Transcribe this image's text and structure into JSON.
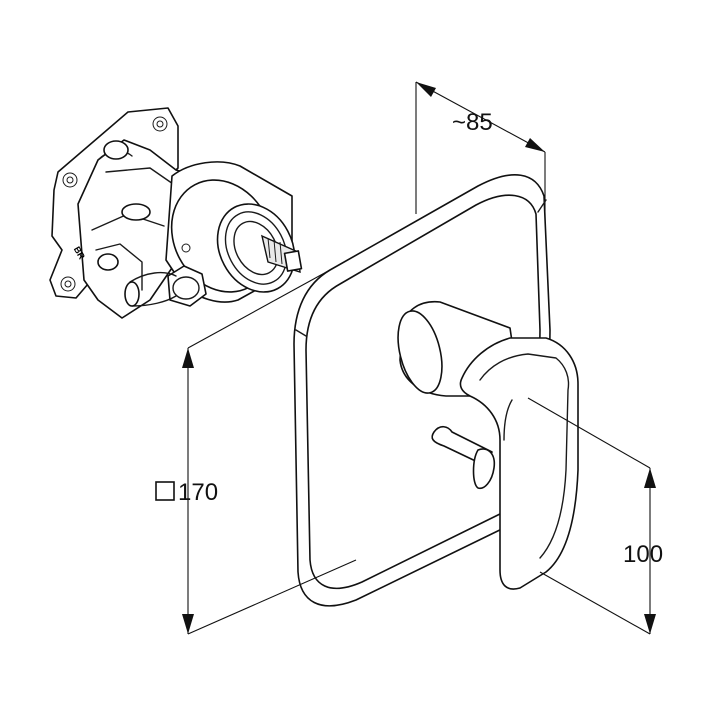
{
  "dimensions": {
    "depth": "~85",
    "plate_size": "170",
    "plate_symbol": "square",
    "lever_height": "100"
  },
  "valve_marking": "BR"
}
